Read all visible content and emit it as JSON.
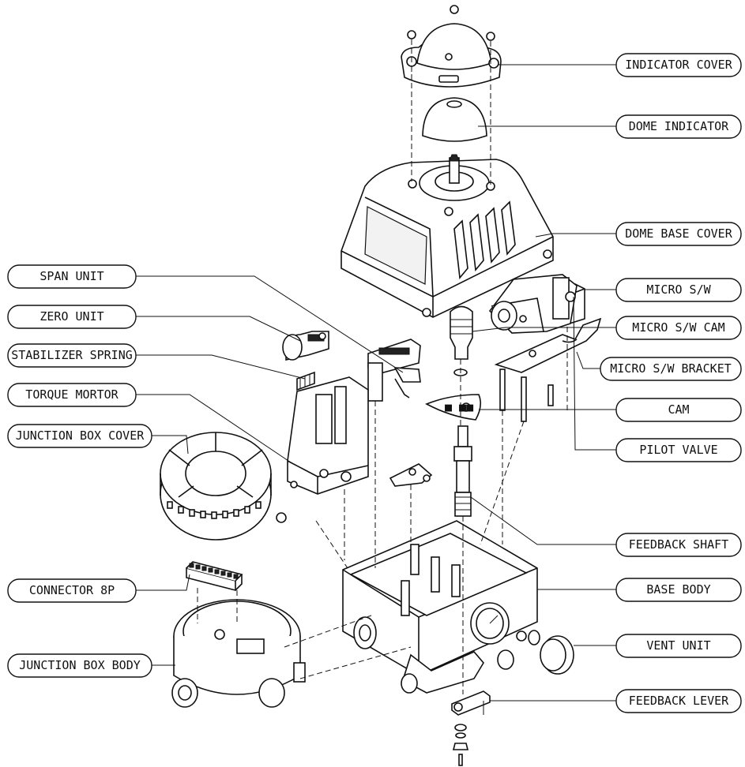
{
  "labels": {
    "indicator_cover": "INDICATOR COVER",
    "dome_indicator": "DOME INDICATOR",
    "dome_base_cover": "DOME BASE COVER",
    "micro_sw": "MICRO S/W",
    "micro_sw_cam": "MICRO S/W CAM",
    "micro_sw_bracket": "MICRO S/W BRACKET",
    "cam": "CAM",
    "pilot_valve": "PILOT VALVE",
    "feedback_shaft": "FEEDBACK SHAFT",
    "base_body": "BASE BODY",
    "vent_unit": "VENT UNIT",
    "feedback_lever": "FEEDBACK LEVER",
    "span_unit": "SPAN UNIT",
    "zero_unit": "ZERO UNIT",
    "stabilizer_spring": "STABILIZER SPRING",
    "torque_mortor": "TORQUE MORTOR",
    "junction_box_cover": "JUNCTION BOX COVER",
    "connector_8p": "CONNECTOR 8P",
    "junction_box_body": "JUNCTION BOX BODY"
  }
}
